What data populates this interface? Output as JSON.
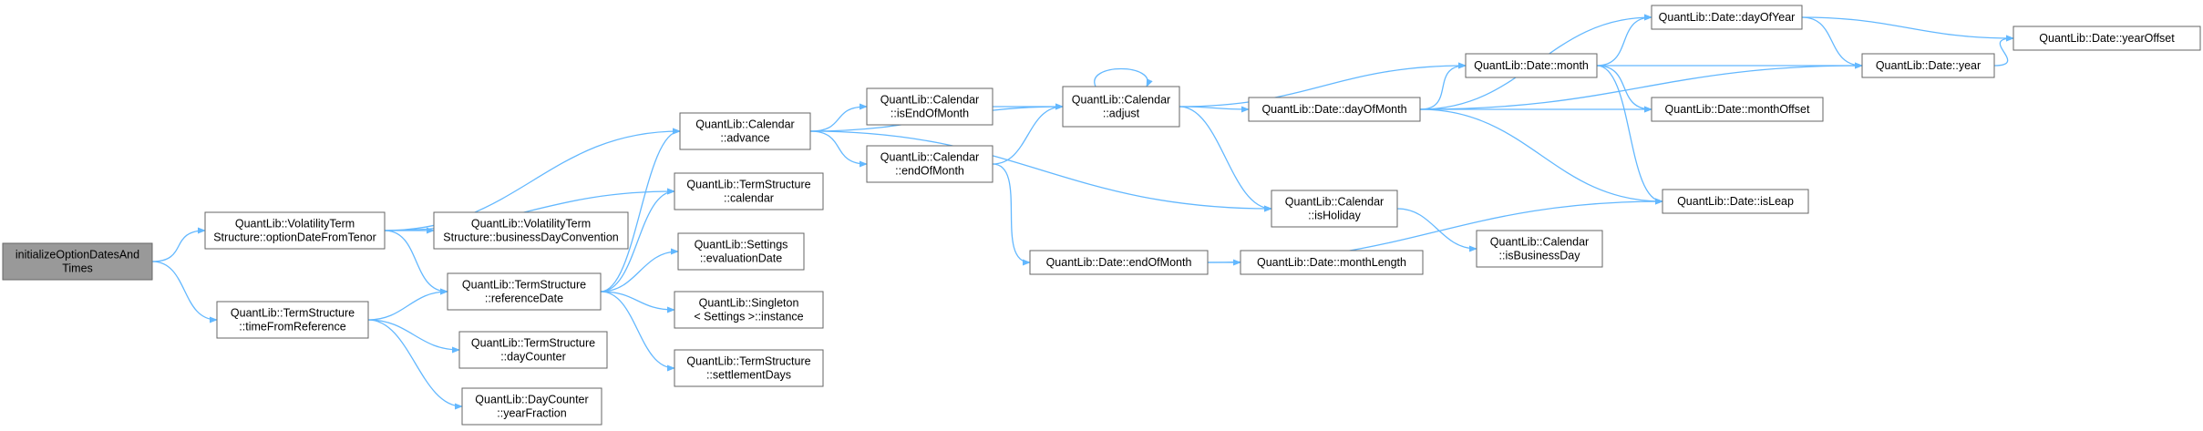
{
  "diagram": {
    "nodes": [
      {
        "id": "root",
        "lines": [
          "initializeOptionDatesAnd",
          "Times"
        ],
        "root": true
      },
      {
        "id": "vts_odft",
        "lines": [
          "QuantLib::VolatilityTerm",
          "Structure::optionDateFromTenor"
        ]
      },
      {
        "id": "ts_tfr",
        "lines": [
          "QuantLib::TermStructure",
          "::timeFromReference"
        ]
      },
      {
        "id": "vts_bdc",
        "lines": [
          "QuantLib::VolatilityTerm",
          "Structure::businessDayConvention"
        ]
      },
      {
        "id": "ts_ref",
        "lines": [
          "QuantLib::TermStructure",
          "::referenceDate"
        ]
      },
      {
        "id": "ts_dc",
        "lines": [
          "QuantLib::TermStructure",
          "::dayCounter"
        ]
      },
      {
        "id": "dc_yf",
        "lines": [
          "QuantLib::DayCounter",
          "::yearFraction"
        ]
      },
      {
        "id": "cal_adv",
        "lines": [
          "QuantLib::Calendar",
          "::advance"
        ]
      },
      {
        "id": "ts_cal",
        "lines": [
          "QuantLib::TermStructure",
          "::calendar"
        ]
      },
      {
        "id": "set_eval",
        "lines": [
          "QuantLib::Settings",
          "::evaluationDate"
        ]
      },
      {
        "id": "sing_inst",
        "lines": [
          "QuantLib::Singleton",
          "< Settings >::instance"
        ]
      },
      {
        "id": "ts_sd",
        "lines": [
          "QuantLib::TermStructure",
          "::settlementDays"
        ]
      },
      {
        "id": "cal_iseom",
        "lines": [
          "QuantLib::Calendar",
          "::isEndOfMonth"
        ]
      },
      {
        "id": "cal_eom",
        "lines": [
          "QuantLib::Calendar",
          "::endOfMonth"
        ]
      },
      {
        "id": "cal_adj",
        "lines": [
          "QuantLib::Calendar",
          "::adjust"
        ]
      },
      {
        "id": "d_eom",
        "lines": [
          "QuantLib::Date::endOfMonth"
        ]
      },
      {
        "id": "d_ml",
        "lines": [
          "QuantLib::Date::monthLength"
        ]
      },
      {
        "id": "d_dom",
        "lines": [
          "QuantLib::Date::dayOfMonth"
        ]
      },
      {
        "id": "cal_ishol",
        "lines": [
          "QuantLib::Calendar",
          "::isHoliday"
        ]
      },
      {
        "id": "cal_isbd",
        "lines": [
          "QuantLib::Calendar",
          "::isBusinessDay"
        ]
      },
      {
        "id": "d_month",
        "lines": [
          "QuantLib::Date::month"
        ]
      },
      {
        "id": "d_doy",
        "lines": [
          "QuantLib::Date::dayOfYear"
        ]
      },
      {
        "id": "d_mo",
        "lines": [
          "QuantLib::Date::monthOffset"
        ]
      },
      {
        "id": "d_isleap",
        "lines": [
          "QuantLib::Date::isLeap"
        ]
      },
      {
        "id": "d_year",
        "lines": [
          "QuantLib::Date::year"
        ]
      },
      {
        "id": "d_yo",
        "lines": [
          "QuantLib::Date::yearOffset"
        ]
      }
    ],
    "edges": [
      [
        "root",
        "vts_odft"
      ],
      [
        "root",
        "ts_tfr"
      ],
      [
        "vts_odft",
        "cal_adv"
      ],
      [
        "vts_odft",
        "ts_cal"
      ],
      [
        "vts_odft",
        "vts_bdc"
      ],
      [
        "vts_odft",
        "ts_ref"
      ],
      [
        "ts_tfr",
        "ts_ref"
      ],
      [
        "ts_tfr",
        "ts_dc"
      ],
      [
        "ts_tfr",
        "dc_yf"
      ],
      [
        "ts_ref",
        "cal_adv"
      ],
      [
        "ts_ref",
        "ts_cal"
      ],
      [
        "ts_ref",
        "set_eval"
      ],
      [
        "ts_ref",
        "sing_inst"
      ],
      [
        "ts_ref",
        "ts_sd"
      ],
      [
        "cal_adv",
        "cal_iseom"
      ],
      [
        "cal_adv",
        "cal_eom"
      ],
      [
        "cal_adv",
        "cal_adj"
      ],
      [
        "cal_adv",
        "cal_ishol"
      ],
      [
        "cal_iseom",
        "cal_adj"
      ],
      [
        "cal_eom",
        "cal_adj"
      ],
      [
        "cal_eom",
        "d_eom"
      ],
      [
        "cal_adj",
        "cal_adj"
      ],
      [
        "cal_adj",
        "d_month"
      ],
      [
        "cal_adj",
        "d_dom"
      ],
      [
        "cal_adj",
        "cal_ishol"
      ],
      [
        "d_eom",
        "d_ml"
      ],
      [
        "d_eom",
        "d_isleap"
      ],
      [
        "d_dom",
        "d_doy"
      ],
      [
        "d_dom",
        "d_month"
      ],
      [
        "d_dom",
        "d_mo"
      ],
      [
        "d_dom",
        "d_year"
      ],
      [
        "d_dom",
        "d_isleap"
      ],
      [
        "cal_ishol",
        "cal_isbd"
      ],
      [
        "d_month",
        "d_doy"
      ],
      [
        "d_month",
        "d_mo"
      ],
      [
        "d_month",
        "d_year"
      ],
      [
        "d_month",
        "d_isleap"
      ],
      [
        "d_doy",
        "d_year"
      ],
      [
        "d_doy",
        "d_yo"
      ],
      [
        "d_year",
        "d_yo"
      ]
    ]
  },
  "colors": {
    "edge": "#63b8ff",
    "node_border": "#666666",
    "node_fill": "#ffffff",
    "root_fill": "#999999",
    "text": "#000000"
  }
}
